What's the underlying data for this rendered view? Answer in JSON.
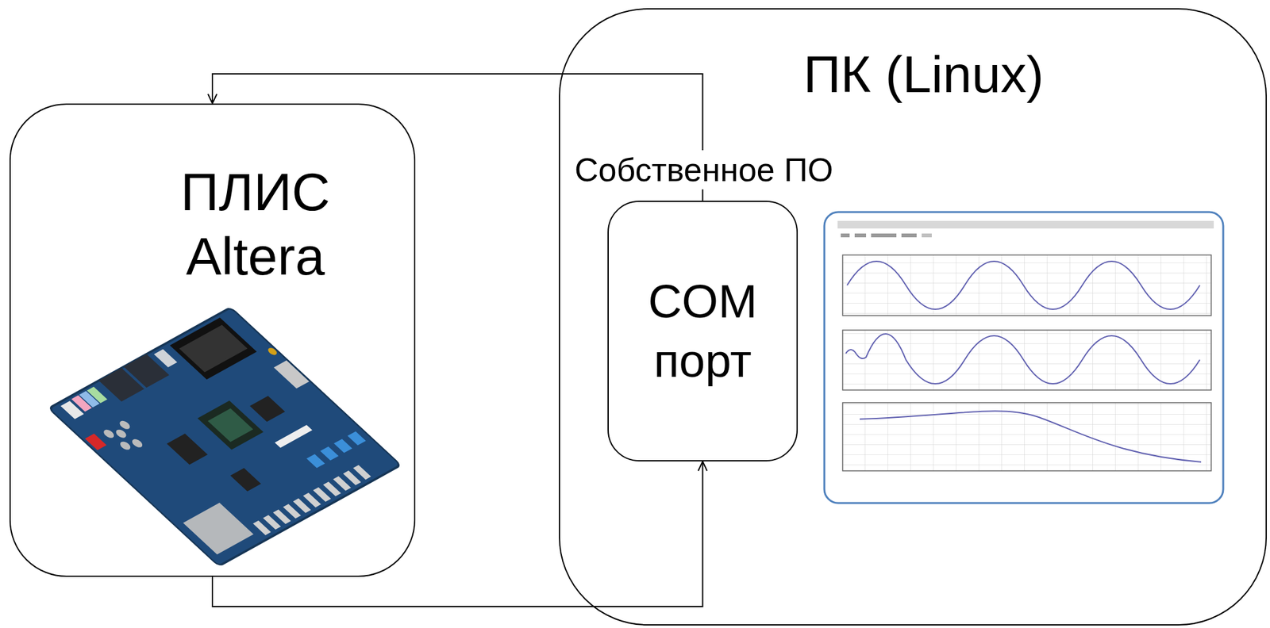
{
  "diagram": {
    "nodes": [
      {
        "text": [
          "ПЛИС Altera"
        ]
      },
      {
        "text": [
          "ПК (Linux)",
          "Собственное ПО"
        ]
      },
      {
        "text": [
          "COM порт"
        ],
        "in": 1
      }
    ],
    "edges": [
      {
        "from": 2,
        "to": 0,
        "arrow": "to"
      },
      {
        "from": 0,
        "to": 2,
        "arrow": "to"
      }
    ]
  }
}
